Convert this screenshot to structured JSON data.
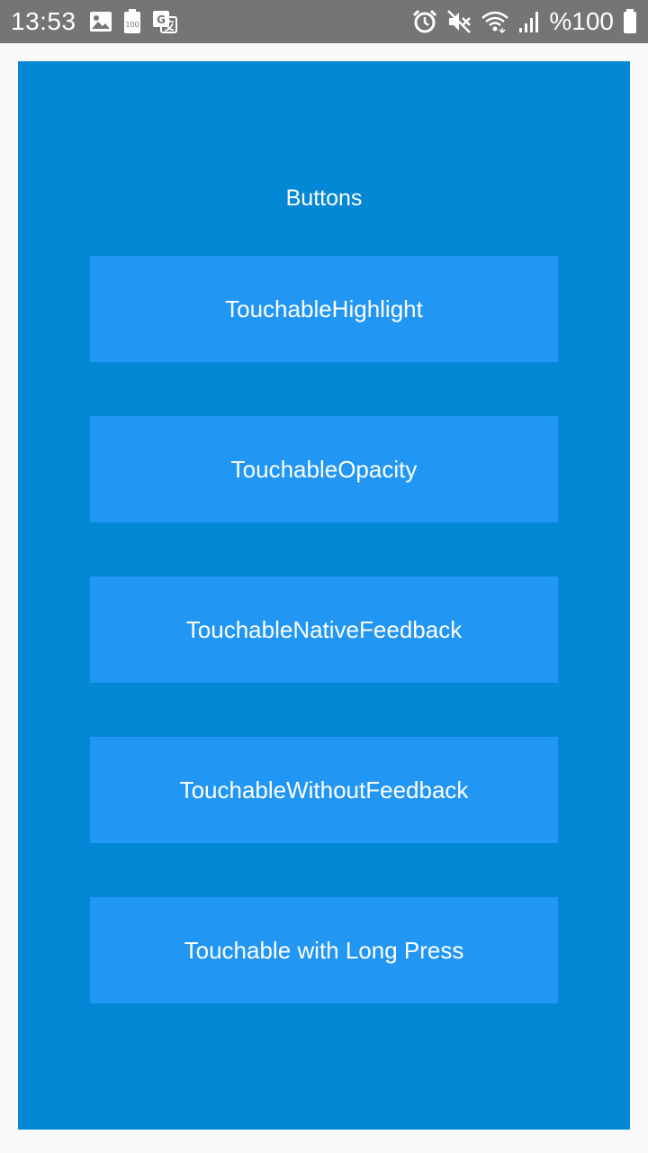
{
  "status_bar": {
    "time": "13:53",
    "battery_text": "%100",
    "left_icons": [
      "image-icon",
      "battery-saver-icon",
      "google-translate-icon"
    ],
    "right_icons": [
      "alarm-icon",
      "mute-icon",
      "wifi-icon",
      "signal-icon",
      "battery-icon"
    ],
    "battery_saver_label": "100"
  },
  "screen": {
    "background_color": "#0288d4",
    "title": "Buttons"
  },
  "buttons": [
    {
      "label": "TouchableHighlight",
      "color": "#2196f3"
    },
    {
      "label": "TouchableOpacity",
      "color": "#2196f3"
    },
    {
      "label": "TouchableNativeFeedback",
      "color": "#2196f3"
    },
    {
      "label": "TouchableWithoutFeedback",
      "color": "#2196f3"
    },
    {
      "label": "Touchable with Long Press",
      "color": "#2196f3"
    }
  ]
}
